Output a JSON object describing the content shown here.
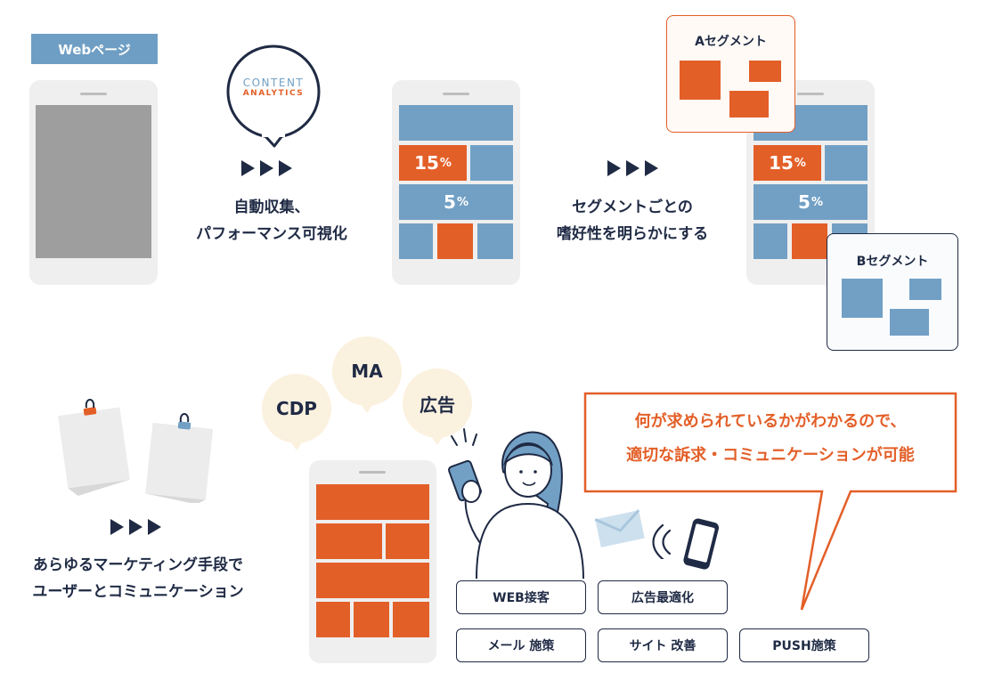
{
  "web_page_label": "Webページ",
  "content_analytics": {
    "line1": "CONTENT",
    "line2": "ANALYTICS"
  },
  "step1_caption": [
    "自動収集、",
    "パフォーマンス可視化"
  ],
  "step2_caption": [
    "セグメントごとの",
    "嗜好性を明らかにする"
  ],
  "metrics": {
    "orange_pct": "15",
    "blue_pct": "5",
    "unit": "%"
  },
  "segment_a": "Aセグメント",
  "segment_b": "Bセグメント",
  "bubbles": [
    "CDP",
    "MA",
    "広告"
  ],
  "step3_caption": [
    "あらゆるマーケティング手段で",
    "ユーザーとコミュニケーション"
  ],
  "speech": [
    "何が求められているかがわかるので、",
    "適切な訴求・コミュニケーションが可能"
  ],
  "tags": [
    "WEB接客",
    "広告最適化",
    "メール 施策",
    "サイト 改善",
    "PUSH施策"
  ],
  "colors": {
    "navy": "#1f2a44",
    "orange": "#e35f28",
    "blue": "#72a0c5",
    "cream": "#fbf1df"
  }
}
